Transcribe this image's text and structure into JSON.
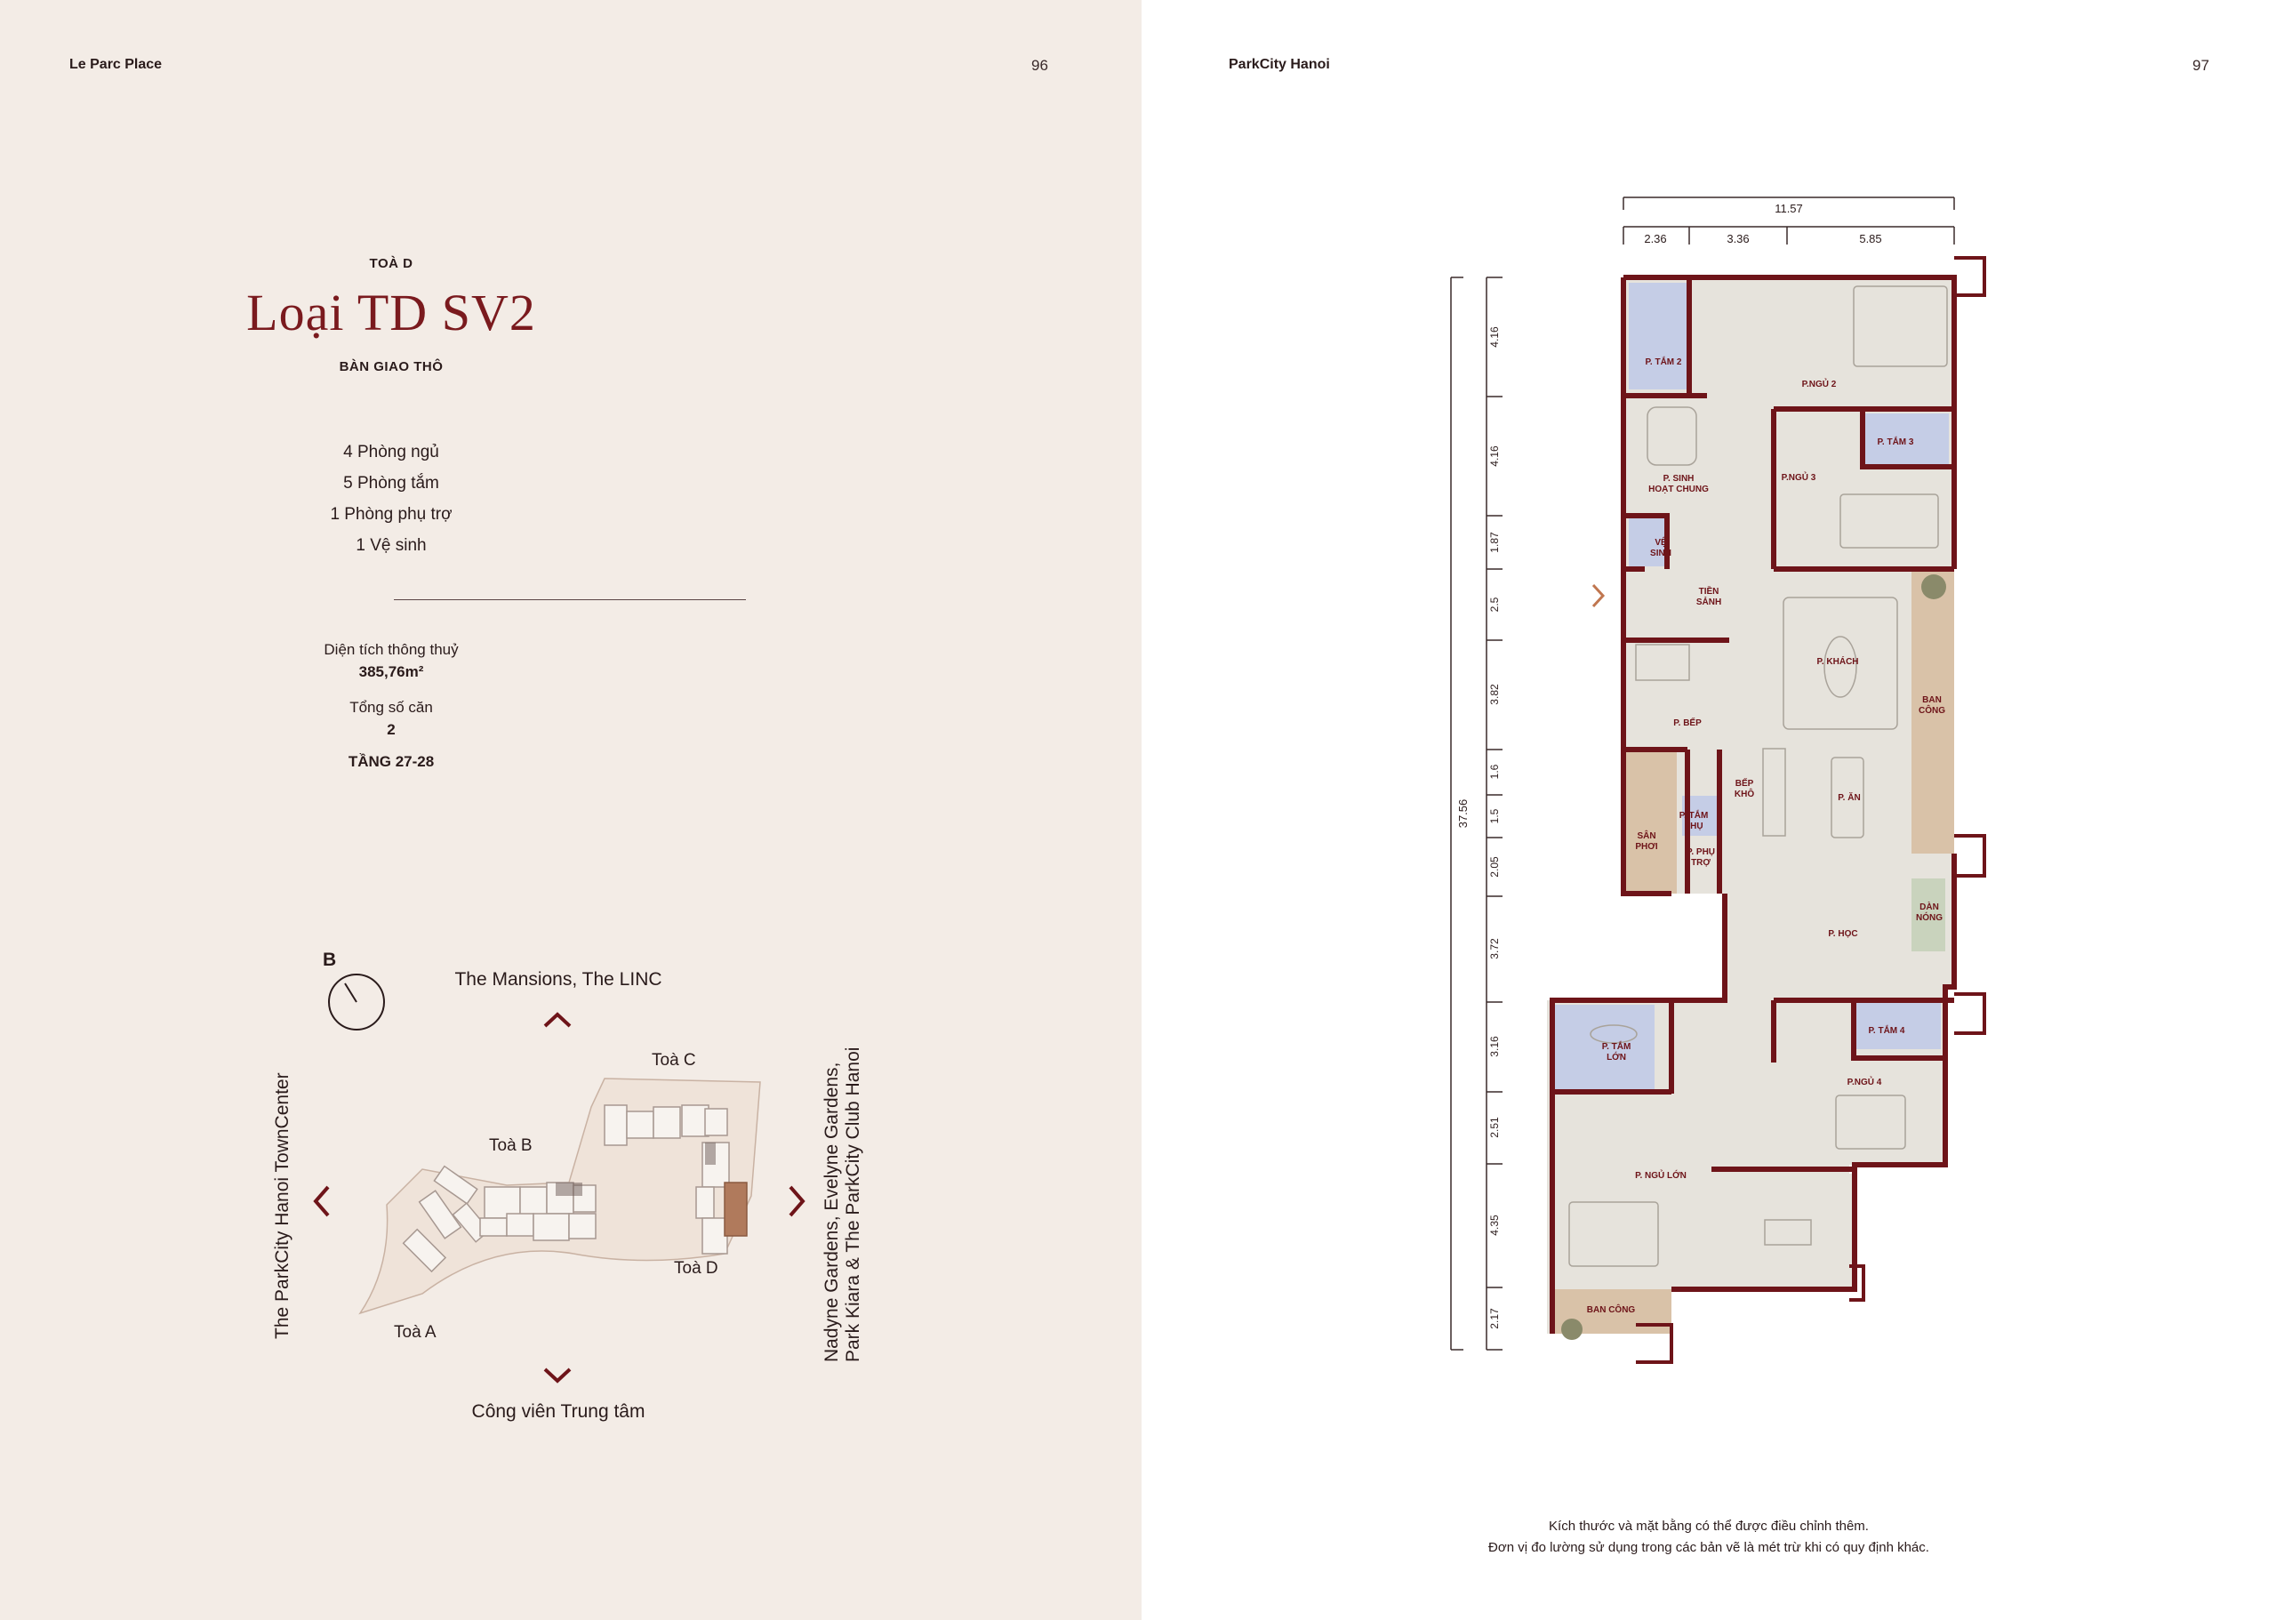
{
  "left_page": {
    "brand": "Le Parc Place",
    "page_number": "96",
    "tower_label": "TOÀ D",
    "unit_title": "Loại TD SV2",
    "handover": "BÀN GIAO THÔ",
    "specs": [
      "4 Phòng ngủ",
      "5 Phòng tắm",
      "1 Phòng phụ trợ",
      "1 Vệ sinh"
    ],
    "area_label": "Diện tích thông thuỷ",
    "area_value": "385,76m²",
    "units_label": "Tổng số căn",
    "units_value": "2",
    "floors": "TẦNG 27-28"
  },
  "site_plan": {
    "compass_label": "B",
    "north_direction": "The Mansions, The LINC",
    "south_direction": "Công viên Trung tâm",
    "west_direction": "The ParkCity Hanoi TownCenter",
    "east_direction_line1": "Nadyne Gardens, Evelyne Gardens,",
    "east_direction_line2": "Park Kiara & The ParkCity Club Hanoi",
    "tower_a": "Toà A",
    "tower_b": "Toà B",
    "tower_c": "Toà C",
    "tower_d": "Toà D",
    "highlight_color": "#b07a5c"
  },
  "right_page": {
    "brand": "ParkCity Hanoi",
    "page_number": "97",
    "note_line1": "Kích thước và mặt bằng có thể được điều chỉnh thêm.",
    "note_line2": "Đơn vị đo lường sử dụng trong các bản vẽ là mét trừ khi có quy định khác."
  },
  "floor_plan": {
    "overall_width": "11.57",
    "width_segments": [
      "2.36",
      "3.36",
      "5.85"
    ],
    "overall_depth": "37.56",
    "depth_segments": [
      "4.16",
      "4.16",
      "1.87",
      "2.5",
      "3.82",
      "1.6",
      "1.5",
      "2.05",
      "3.72",
      "3.16",
      "2.51",
      "4.35",
      "2.17"
    ],
    "rooms": {
      "bath2": "P. TẮM 2",
      "bed2": "P.NGỦ 2",
      "bath3": "P. TẮM 3",
      "family1": "P. SINH",
      "family2": "HOẠT CHUNG",
      "bed3": "P.NGỦ 3",
      "wc1": "VỆ",
      "wc2": "SINH",
      "foyer1": "TIỀN",
      "foyer2": "SẢNH",
      "living": "P. KHÁCH",
      "kitchen": "P. BẾP",
      "balcony1": "BAN",
      "balcony2": "CÔNG",
      "wetkitchen1": "BẾP",
      "wetkitchen2": "KHÔ",
      "dining": "P. ĂN",
      "laundry1": "SÂN",
      "laundry2": "PHƠI",
      "auxbath1": "P. TẮM",
      "auxbath2": "PHỤ",
      "aux1": "P. PHỤ",
      "aux2": "TRỢ",
      "ac1": "DÀN",
      "ac2": "NÓNG",
      "study": "P. HỌC",
      "masterbath1": "P. TẮM",
      "masterbath2": "LỚN",
      "bath4": "P. TẮM 4",
      "bed4": "P.NGỦ 4",
      "masterbed": "P. NGỦ LỚN",
      "balcony_bottom": "BAN CÔNG"
    },
    "colors": {
      "wall": "#6e1419",
      "floor": "#e6e3dc",
      "bath": "#c5cde6",
      "wood": "#d9c2a8",
      "green": "#c9d3bd",
      "accent": "#c0764f"
    }
  }
}
